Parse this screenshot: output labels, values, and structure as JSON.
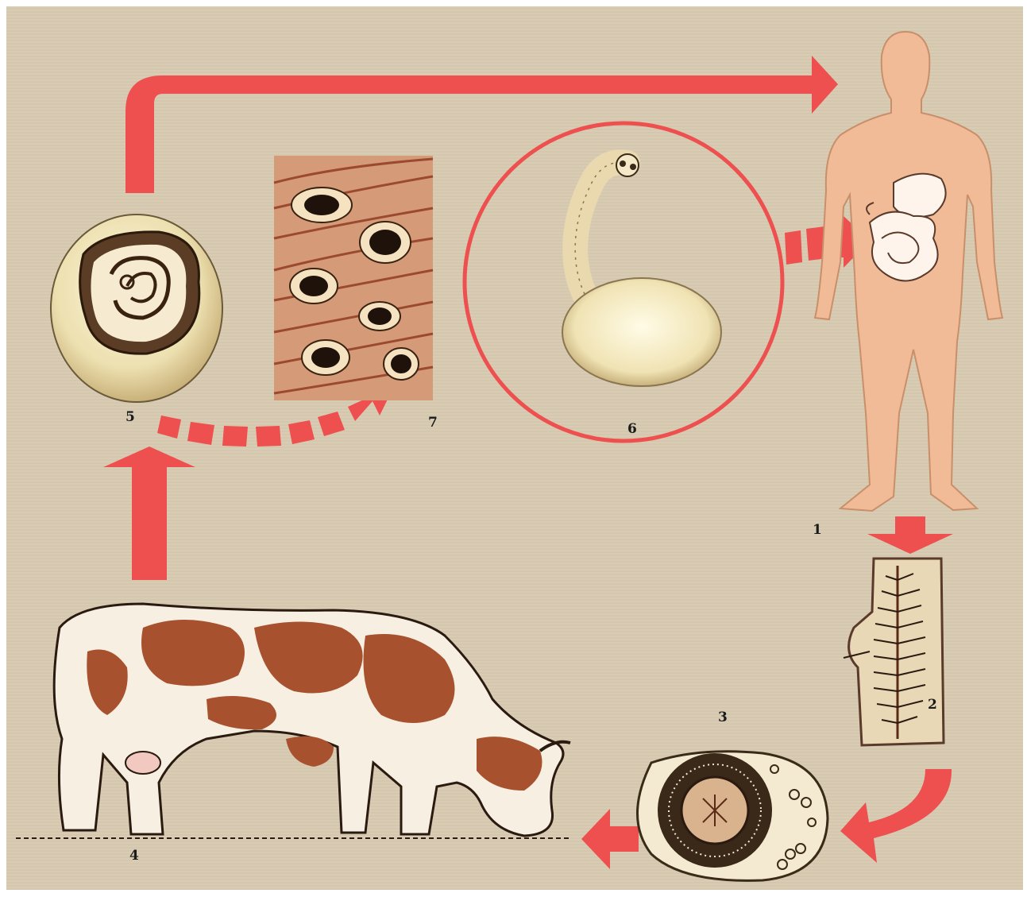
{
  "diagram": {
    "colors": {
      "background": "#d8ccb4",
      "arrow": "#ee4f4f",
      "skin": "#f1bb98",
      "cow_patch": "#a8512e"
    },
    "stages": [
      {
        "id": "1",
        "depicts": "human-host"
      },
      {
        "id": "2",
        "depicts": "tapeworm-proglottid"
      },
      {
        "id": "3",
        "depicts": "egg"
      },
      {
        "id": "4",
        "depicts": "cow-intermediate-host"
      },
      {
        "id": "5",
        "depicts": "oncosphere-cyst"
      },
      {
        "id": "6",
        "depicts": "cysticercus-with-scolex"
      },
      {
        "id": "7",
        "depicts": "cysts-in-muscle-tissue"
      }
    ],
    "labels": {
      "stage1": "1",
      "stage2": "2",
      "stage3": "3",
      "stage4": "4",
      "stage5": "5",
      "stage6": "6",
      "stage7": "7"
    }
  }
}
